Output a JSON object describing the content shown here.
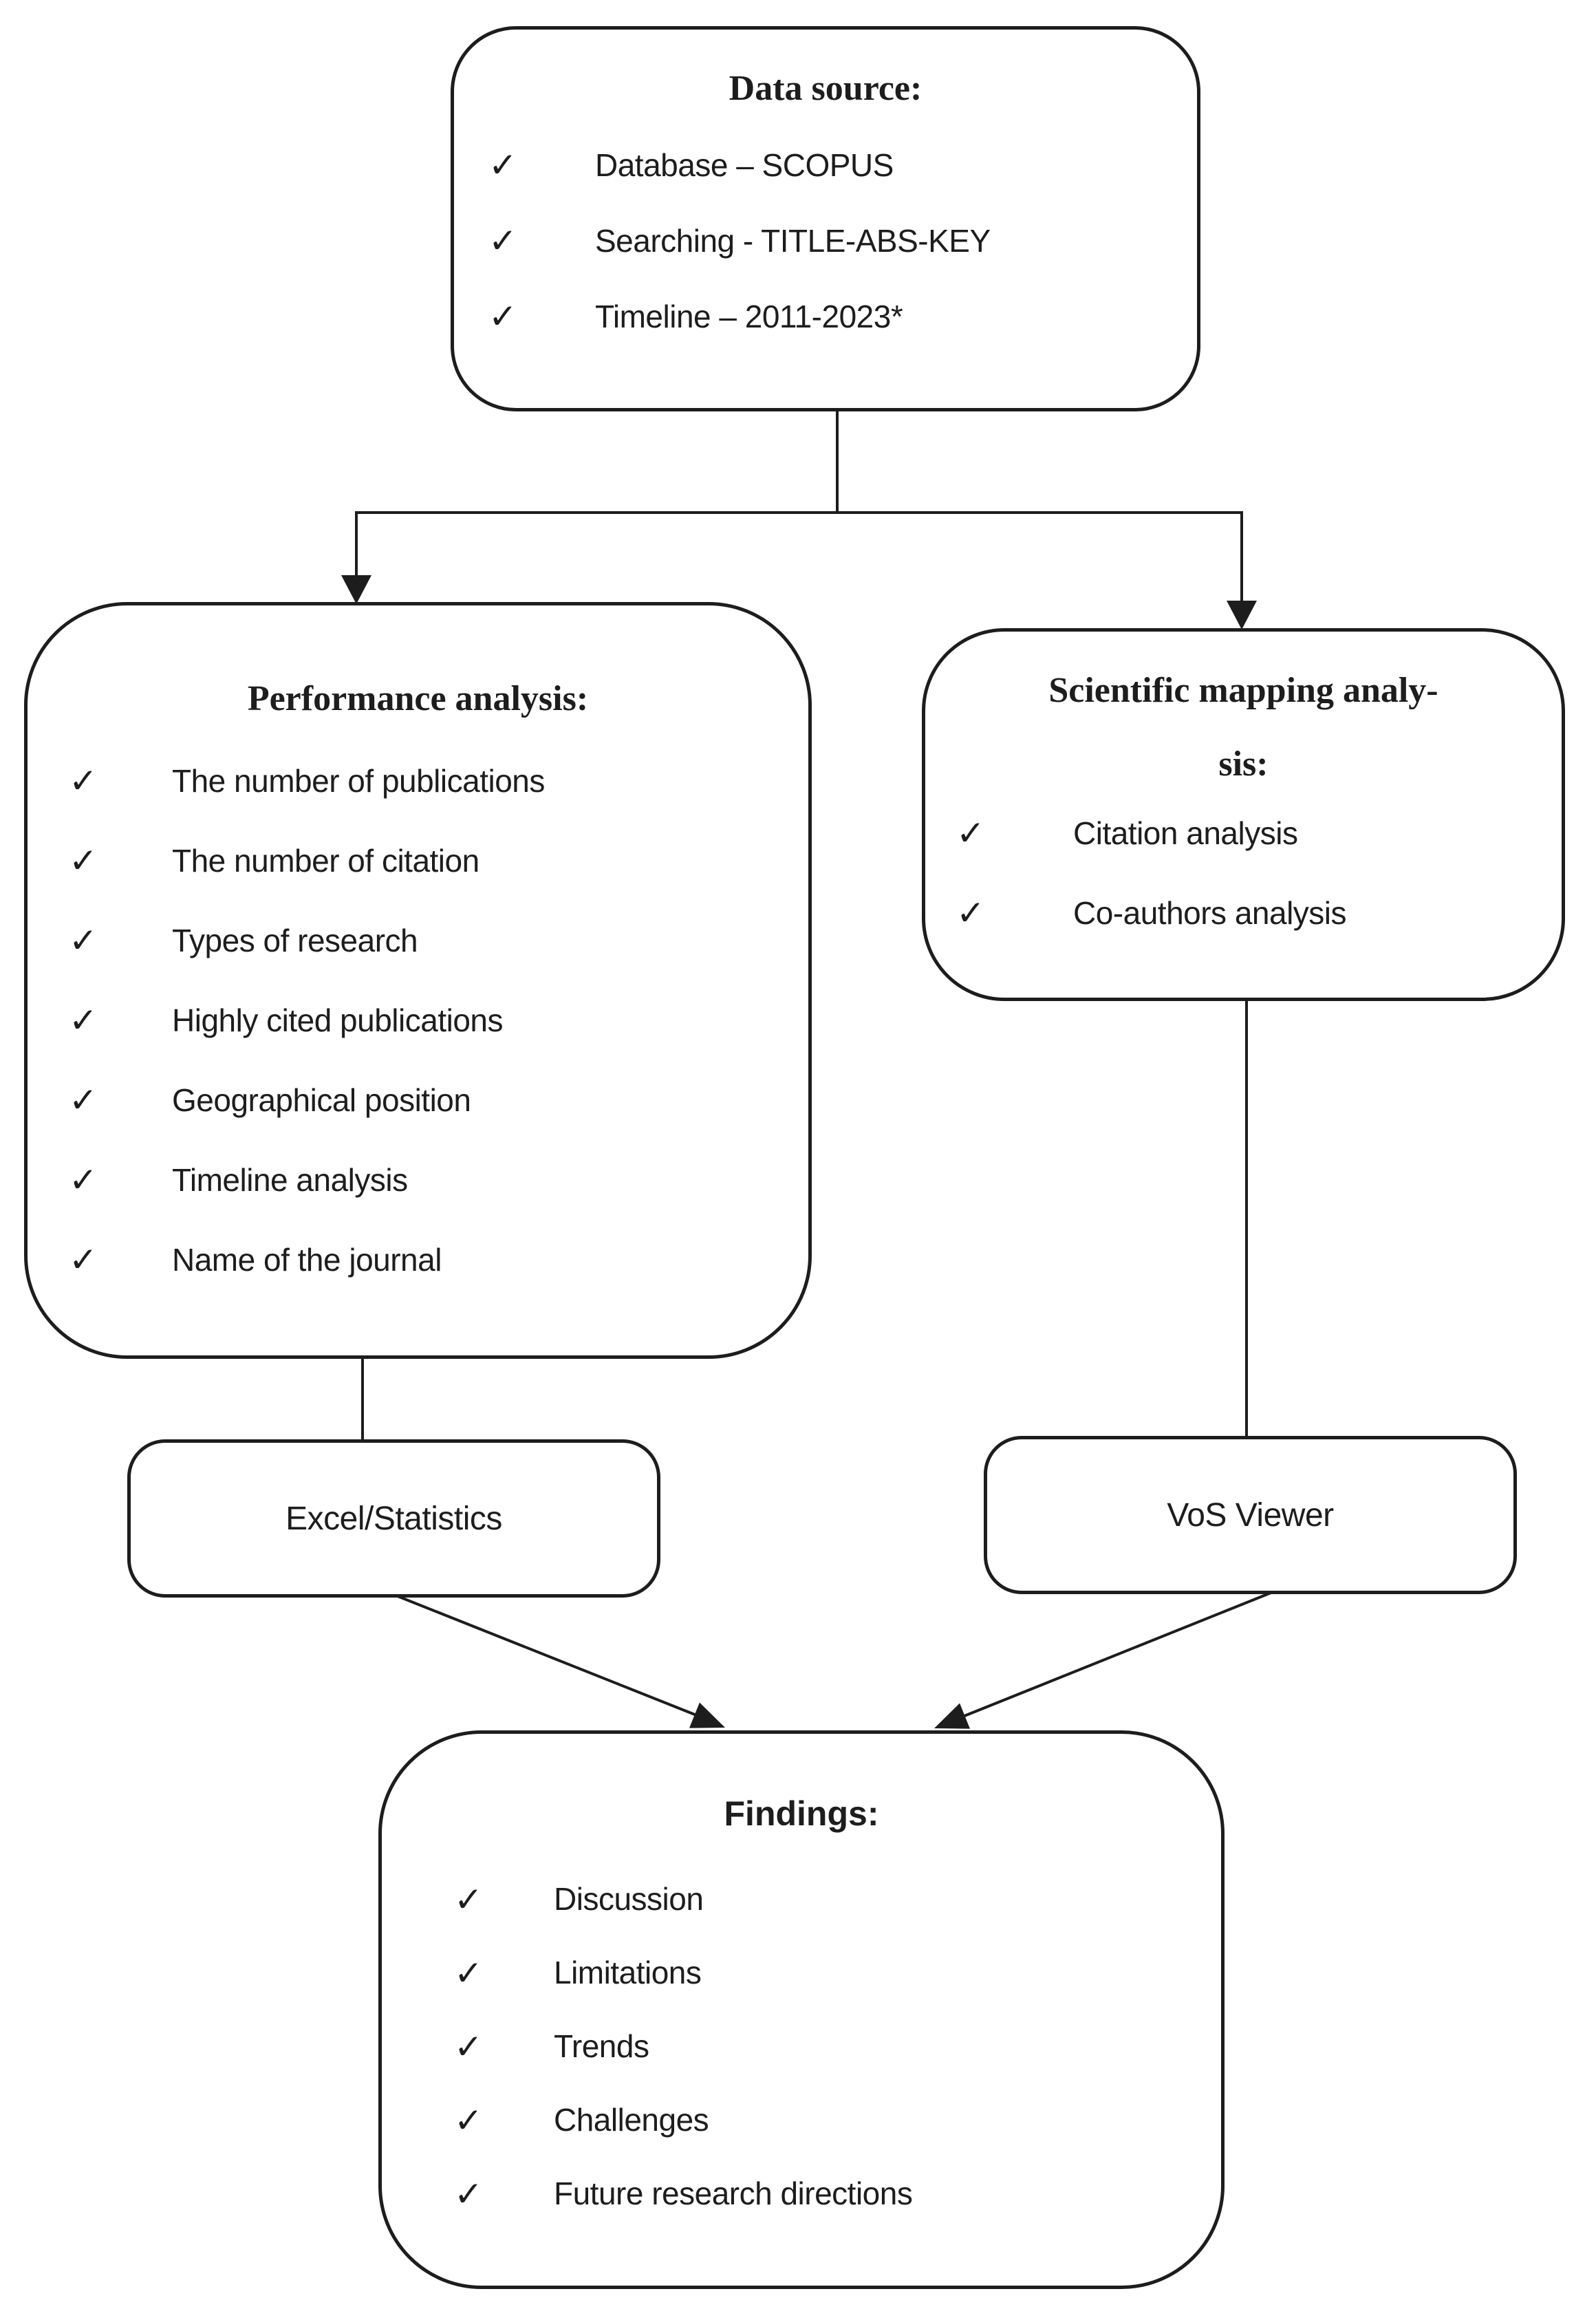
{
  "glyphs": {
    "check": "✓"
  },
  "colors": {
    "ink": "#1d1d1d",
    "paper": "#ffffff"
  },
  "data_source": {
    "title": "Data source:",
    "items": [
      "Database – SCOPUS",
      "Searching - TITLE-ABS-KEY",
      "Timeline – 2011-2023*"
    ]
  },
  "performance": {
    "title": "Performance analysis:",
    "items": [
      "The number of publications",
      "The number of citation",
      "Types of research",
      "Highly cited publications",
      "Geographical position",
      "Timeline analysis",
      "Name of the journal"
    ]
  },
  "mapping": {
    "title_line1": "Scientific mapping analy-",
    "title_line2": "sis:",
    "items": [
      "Citation analysis",
      "Co-authors analysis"
    ]
  },
  "tools": {
    "excel_label": "Excel/Statistics",
    "vos_label": "VoS Viewer"
  },
  "findings": {
    "title": "Findings:",
    "items": [
      "Discussion",
      "Limitations",
      "Trends",
      "Challenges",
      "Future research directions"
    ]
  }
}
